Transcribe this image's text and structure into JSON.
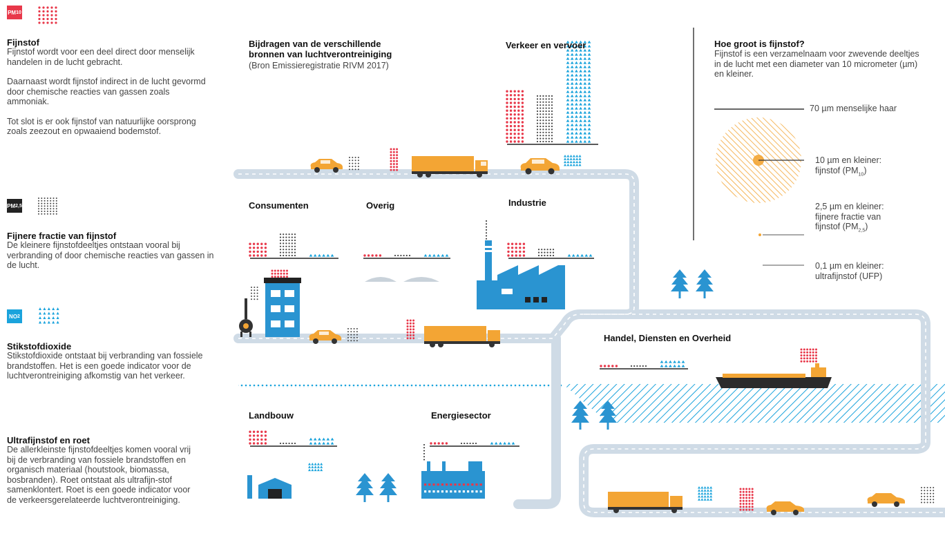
{
  "colors": {
    "pm10": "#e8384a",
    "pm25": "#444444",
    "no2": "#1aa3dc",
    "road": "#d3dde6",
    "vehicle": "#f3a534",
    "building": "#2a94d1",
    "tree": "#1f8ed0"
  },
  "legend": [
    {
      "badge": "PM10",
      "title": "Fijnstof",
      "paragraphs": [
        "Fijnstof wordt voor een deel direct door menselijk handelen in de lucht gebracht.",
        "Daarnaast wordt fijnstof indirect in de lucht gevormd door chemische reacties van gassen zoals ammoniak.",
        "Tot slot is er ook fijnstof van natuurlijke oorsprong zoals zeezout en opwaaiend bodemstof."
      ]
    },
    {
      "badge": "PM2,5",
      "title": "Fijnere fractie van fijnstof",
      "paragraphs": [
        "De kleinere fijnstofdeeltjes ontstaan vooral bij verbranding of door chemische reacties van gassen in de lucht."
      ]
    },
    {
      "badge": "NO2",
      "title": "Stikstofdioxide",
      "paragraphs": [
        "Stikstofdioxide ontstaat bij verbranding van fossiele brandstoffen. Het is een goede indicator voor de luchtverontreiniging afkomstig van het verkeer."
      ]
    },
    {
      "badge": "",
      "title": "Ultrafijnstof en roet",
      "paragraphs": [
        "De allerkleinste fijnstofdeeltjes komen vooral vrij bij de verbranding van fossiele brandstoffen en organisch materiaal (houtstook, biomassa, bosbranden). Roet ontstaat als ultrafijn-stof samenklontert. Roet is een goede indicator voor de verkeersgerelateerde luchtverontreiniging."
      ]
    }
  ],
  "main": {
    "title": "Bijdragen van de verschillende bronnen van luchtverontreiniging",
    "source": "(Bron Emissieregistratie RIVM 2017)"
  },
  "sectors": [
    {
      "id": "verkeer",
      "name": "Verkeer en vervoer",
      "pm10": 14,
      "pm25": 16,
      "no2": 25
    },
    {
      "id": "consumenten",
      "name": "Consumenten",
      "pm10": 4,
      "pm25": 8,
      "no2": 1
    },
    {
      "id": "overig",
      "name": "Overig",
      "pm10": 1,
      "pm25": 1,
      "no2": 1
    },
    {
      "id": "industrie",
      "name": "Industrie",
      "pm10": 4,
      "pm25": 3,
      "no2": 1
    },
    {
      "id": "handel",
      "name": "Handel, Diensten en Overheid",
      "pm10": 1,
      "pm25": 1,
      "no2": 2
    },
    {
      "id": "landbouw",
      "name": "Landbouw",
      "pm10": 4,
      "pm25": 1,
      "no2": 2
    },
    {
      "id": "energie",
      "name": "Energiesector",
      "pm10": 1,
      "pm25": 1,
      "no2": 1
    }
  ],
  "size": {
    "title": "Hoe groot is fijnstof?",
    "intro": "Fijnstof is een verzamelnaam voor zwevende deeltjes in de lucht met een diameter van 10 micrometer (µm) en kleiner.",
    "hair": "70 µm menselijke haar",
    "pm10_line1": "10 µm en kleiner:",
    "pm10_line2": "fijnstof (PM",
    "pm10_sub": "10",
    "pm25_line1": "2,5 µm en kleiner:",
    "pm25_line2": "fijnere fractie van",
    "pm25_line3": "fijnstof (PM",
    "pm25_sub": "2,5",
    "ufp_line1": "0,1 µm en kleiner:",
    "ufp_line2": "ultrafijnstof (UFP)"
  }
}
